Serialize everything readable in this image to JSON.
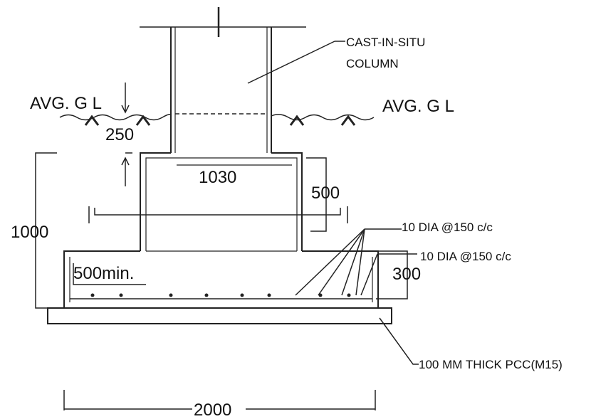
{
  "labels": {
    "cast_in_situ_line1": "CAST-IN-SITU",
    "cast_in_situ_line2": "COLUMN",
    "avg_gl_left": "AVG. G L",
    "avg_gl_right": "AVG. G L",
    "dim_250": "250",
    "dim_1030": "1030",
    "dim_500": "500",
    "dim_1000": "1000",
    "dim_500min": "500min.",
    "dim_300": "300",
    "rebar_1": "10 DIA @150 c/c",
    "rebar_2": "10 DIA @150 c/c",
    "pcc_note": "100 MM THICK PCC(M15)",
    "dim_2000": "2000"
  }
}
